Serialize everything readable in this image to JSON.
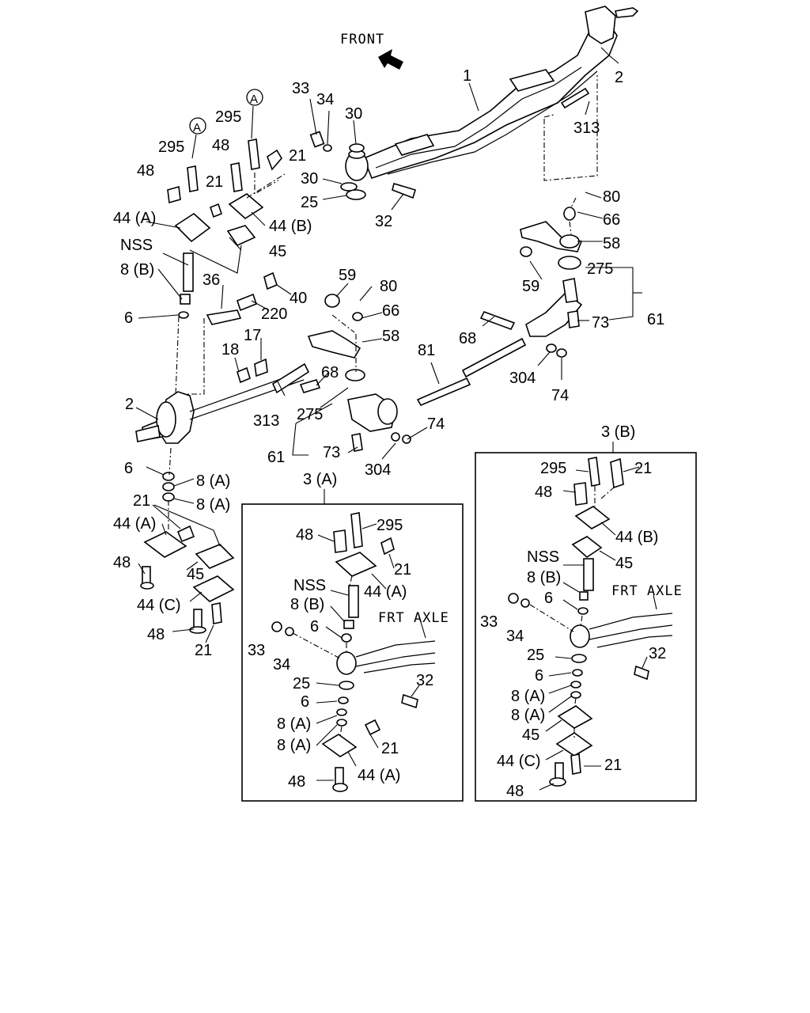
{
  "diagram": {
    "front_label": "FRONT",
    "inset_a": {
      "title": "3 (A)",
      "axle_label": "FRT  AXLE"
    },
    "inset_b": {
      "title": "3 (B)",
      "axle_label": "FRT  AXLE"
    },
    "labels": {
      "p1": "1",
      "p2_top": "2",
      "p2_left": "2",
      "p313_top": "313",
      "p313_mid": "313",
      "p33": "33",
      "p34": "34",
      "p30_top": "30",
      "p30_mid": "30",
      "p25": "25",
      "p32": "32",
      "circA_1": "A",
      "circA_2": "A",
      "p295_1": "295",
      "p295_2": "295",
      "p48_1": "48",
      "p48_2": "48",
      "p48_3": "48",
      "p48_4": "48",
      "p21_1": "21",
      "p21_2": "21",
      "p21_3": "21",
      "p21_4": "21",
      "p44a_1": "44 (A)",
      "p44b_1": "44 (B)",
      "p44a_2": "44 (A)",
      "p44c_1": "44 (C)",
      "p45_1": "45",
      "p45_2": "45",
      "nss_1": "NSS",
      "p8b_1": "8 (B)",
      "p6_1": "6",
      "p6_2": "6",
      "p8a_1": "8 (A)",
      "p8a_2": "8 (A)",
      "p36": "36",
      "p220": "220",
      "p40": "40",
      "p18": "18",
      "p17": "17",
      "p59_1": "59",
      "p59_2": "59",
      "p80_1": "80",
      "p80_2": "80",
      "p66_1": "66",
      "p66_2": "66",
      "p58_1": "58",
      "p58_2": "58",
      "p68_1": "68",
      "p68_2": "68",
      "p275_1": "275",
      "p275_2": "275",
      "p61_1": "61",
      "p61_2": "61",
      "p73_1": "73",
      "p73_2": "73",
      "p81": "81",
      "p304_1": "304",
      "p304_2": "304",
      "p74_1": "74",
      "p74_2": "74",
      "ia_48": "48",
      "ia_295": "295",
      "ia_21": "21",
      "ia_nss": "NSS",
      "ia_44a": "44 (A)",
      "ia_8b": "8 (B)",
      "ia_6": "6",
      "ia_33": "33",
      "ia_34": "34",
      "ia_25": "25",
      "ia_32": "32",
      "ia_6b": "6",
      "ia_8a1": "8 (A)",
      "ia_8a2": "8 (A)",
      "ia_21b": "21",
      "ia_44a2": "44 (A)",
      "ia_48b": "48",
      "ib_295": "295",
      "ib_21": "21",
      "ib_48": "48",
      "ib_44b": "44 (B)",
      "ib_45": "45",
      "ib_nss": "NSS",
      "ib_8b": "8 (B)",
      "ib_6": "6",
      "ib_33": "33",
      "ib_34": "34",
      "ib_25": "25",
      "ib_32": "32",
      "ib_6b": "6",
      "ib_8a1": "8 (A)",
      "ib_8a2": "8 (A)",
      "ib_45b": "45",
      "ib_44c": "44 (C)",
      "ib_21b": "21",
      "ib_48b": "48"
    }
  }
}
